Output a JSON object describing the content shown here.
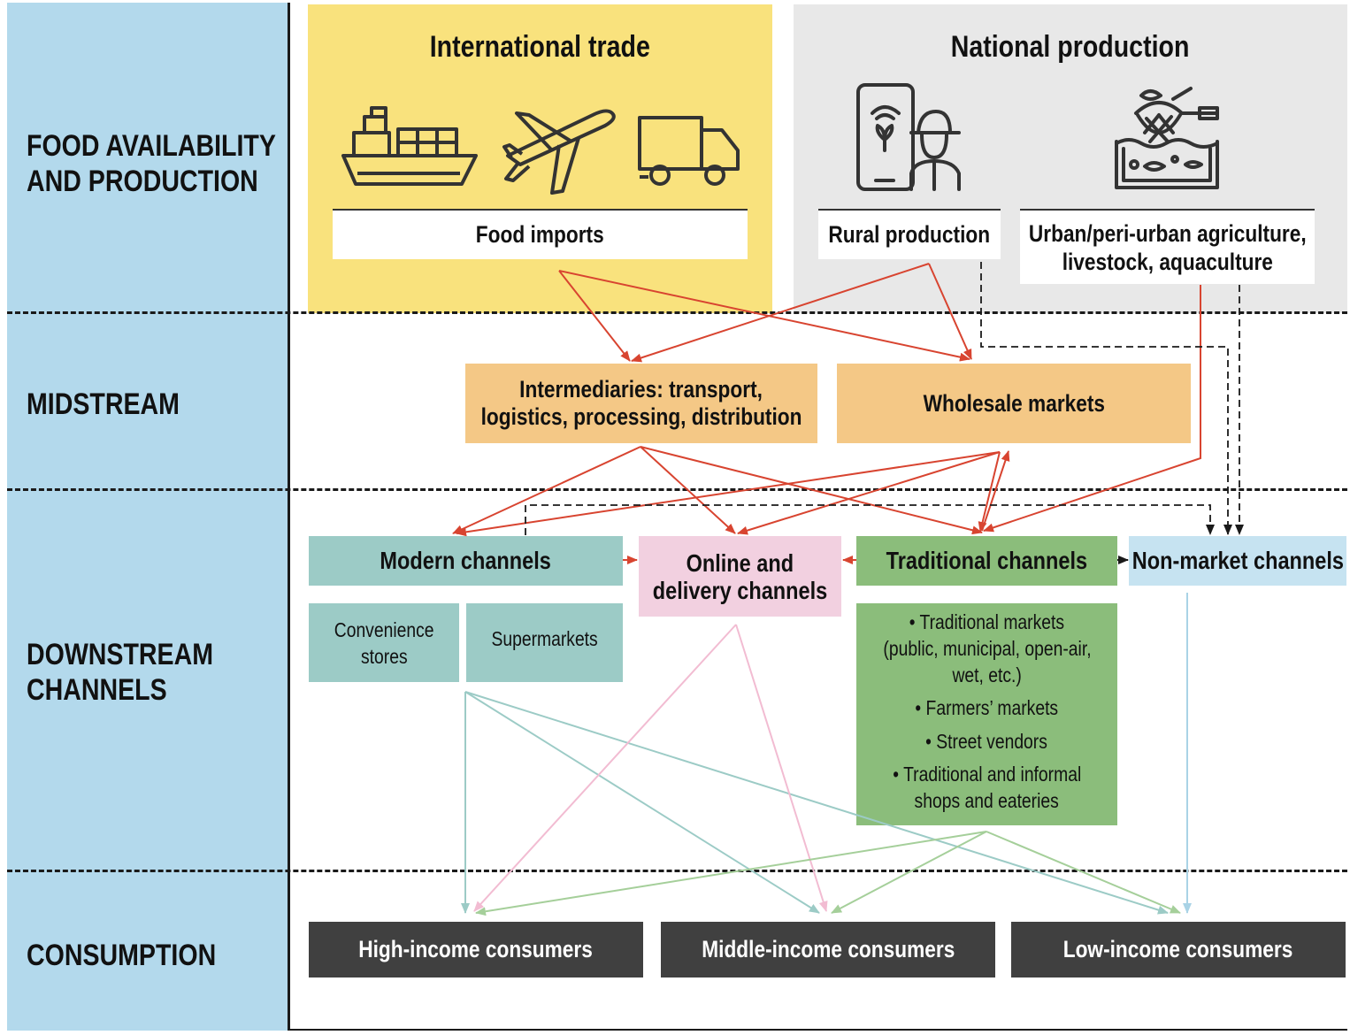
{
  "stages": {
    "production": [
      "FOOD AVAILABILITY",
      "AND PRODUCTION"
    ],
    "midstream": "MIDSTREAM",
    "downstream": [
      "DOWNSTREAM",
      "CHANNELS"
    ],
    "consumption": "CONSUMPTION"
  },
  "headings": {
    "international_trade": "International trade",
    "national_production": "National production"
  },
  "nodes": {
    "food_imports": "Food imports",
    "rural_production": "Rural production",
    "urban_agriculture": [
      "Urban/peri-urban agriculture,",
      "livestock, aquaculture"
    ],
    "intermediaries": [
      "Intermediaries: transport,",
      "logistics, processing, distribution"
    ],
    "wholesale_markets": "Wholesale markets",
    "modern_channels": "Modern channels",
    "online_channels": [
      "Online and",
      "delivery channels"
    ],
    "traditional_channels": "Traditional channels",
    "non_market_channels": "Non-market channels",
    "convenience_stores": [
      "Convenience",
      "stores"
    ],
    "supermarkets": "Supermarkets",
    "traditional_list": [
      "• Traditional markets",
      "(public, municipal, open-air,",
      "wet, etc.)",
      "• Farmers’ markets",
      "• Street vendors",
      "• Traditional and informal",
      "shops and eateries"
    ]
  },
  "consumers": {
    "high": "High-income consumers",
    "middle": "Middle-income consumers",
    "low": "Low-income consumers"
  },
  "icons": [
    "cargo-ship-icon",
    "airplane-icon",
    "truck-icon",
    "farmer-smartphone-icon",
    "fishing-net-aquaculture-icon"
  ],
  "colors": {
    "sidebar": "#b3d9ec",
    "international_trade_panel": "#f9e27d",
    "national_production_panel": "#e8e8e8",
    "midstream_box": "#f4c886",
    "modern_channels": "#9ccbc6",
    "online_channels": "#f2d0e0",
    "traditional_channels": "#8bbd7b",
    "non_market_channels": "#c6e3f1",
    "consumer_box": "#404040",
    "arrow_red": "#d84430",
    "arrow_teal": "#9ccbc6",
    "arrow_pink": "#f2bcd2",
    "arrow_green": "#a5cf9a",
    "arrow_blue": "#a9d3e6"
  }
}
